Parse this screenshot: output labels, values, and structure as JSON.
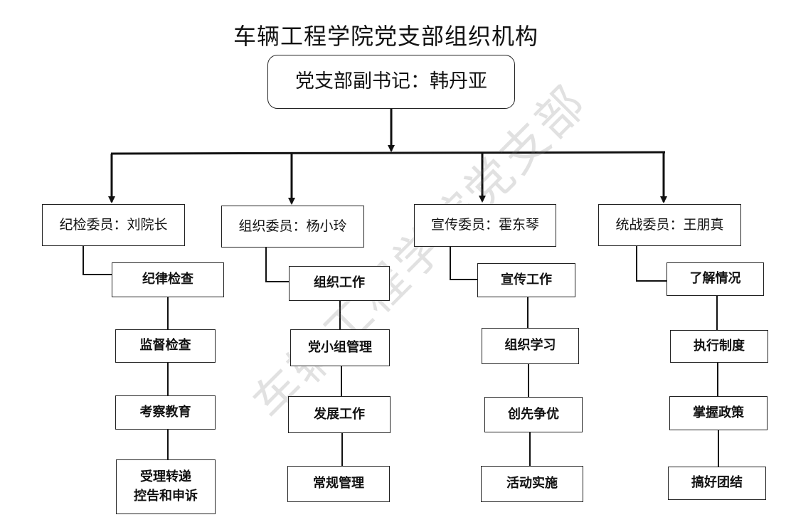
{
  "title": "车辆工程学院党支部组织机构",
  "root": {
    "label": "党支部副书记：韩丹亚"
  },
  "members": [
    {
      "label": "纪检委员：刘院长",
      "tasks": [
        "纪律检查",
        "监督检查",
        "考察教育",
        "受理转递\n控告和申诉"
      ]
    },
    {
      "label": "组织委员：杨小玲",
      "tasks": [
        "组织工作",
        "党小组管理",
        "发展工作",
        "常规管理"
      ]
    },
    {
      "label": "宣传委员：霍东琴",
      "tasks": [
        "宣传工作",
        "组织学习",
        "创先争优",
        "活动实施"
      ]
    },
    {
      "label": "统战委员：王朋真",
      "tasks": [
        "了解情况",
        "执行制度",
        "掌握政策",
        "搞好团结"
      ]
    }
  ],
  "watermark": "车辆工程学院党支部"
}
